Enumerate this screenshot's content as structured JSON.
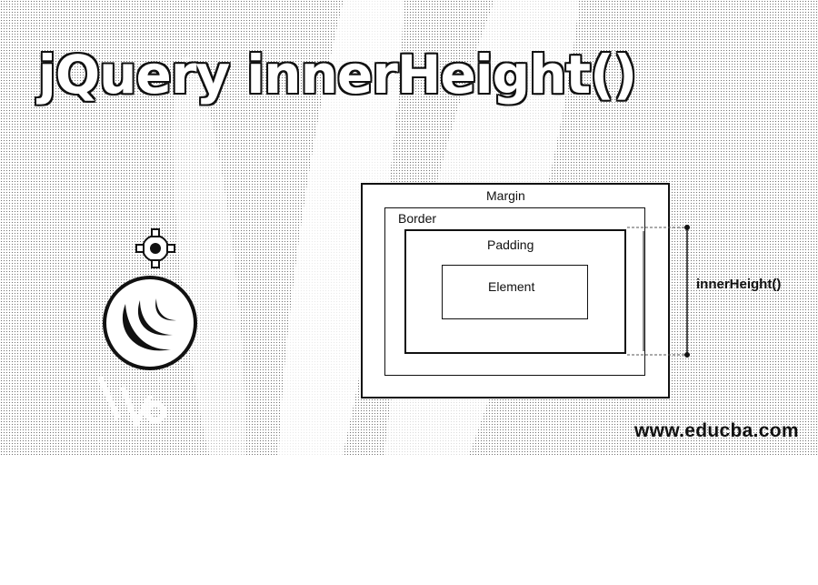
{
  "title": "jQuery innerHeight()",
  "diagram": {
    "labels": {
      "margin": "Margin",
      "border": "Border",
      "padding": "Padding",
      "element": "Element",
      "dimension": "innerHeight()"
    }
  },
  "icons": {
    "gear": "gear-icon",
    "logo": "jquery-logo-icon"
  },
  "footer": {
    "site": "www.educba.com"
  }
}
